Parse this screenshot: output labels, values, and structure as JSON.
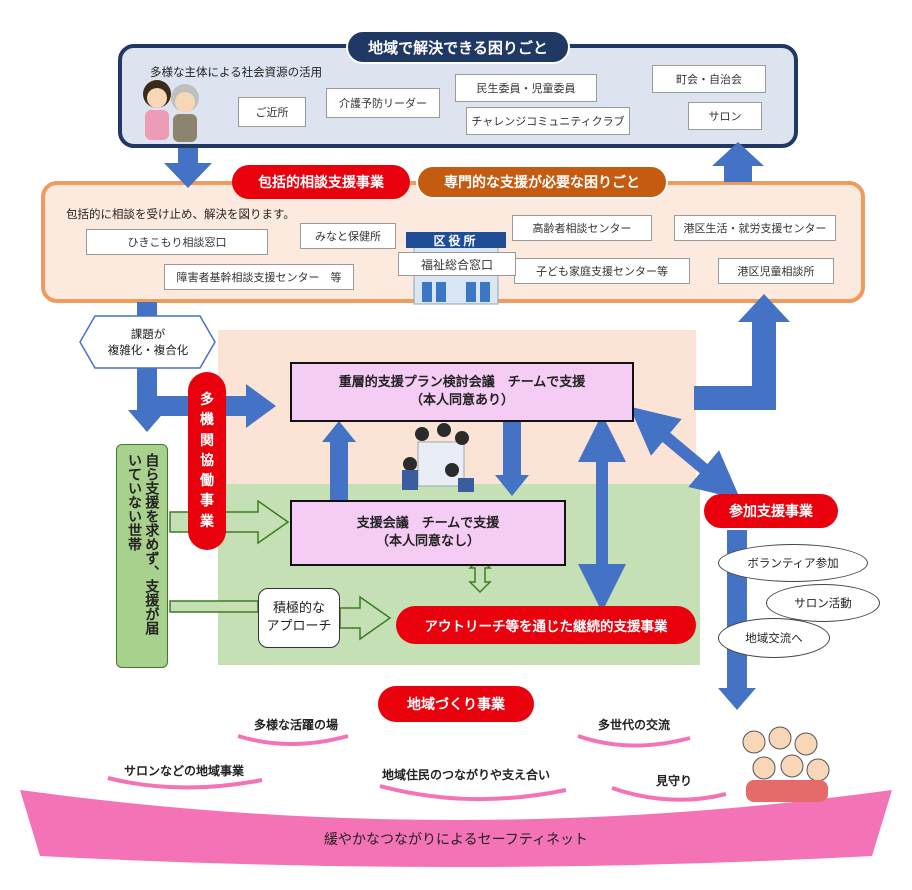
{
  "top_section": {
    "title": "地域で解決できる困りごと",
    "subtitle": "多様な主体による社会資源の活用",
    "resources": [
      "ご近所",
      "介護予防リーダー",
      "民生委員・児童委員",
      "チャレンジコミュニティクラブ",
      "町会・自治会",
      "サロン"
    ]
  },
  "middle_section": {
    "title_left": "包括的相談支援事業",
    "title_right": "専門的な支援が必要な困りごと",
    "subtitle": "包括的に相談を受け止め、解決を図ります。",
    "offices": [
      "ひきこもり相談窓口",
      "みなと保健所",
      "高齢者相談センター",
      "港区生活・就労支援センター",
      "障害者基幹相談支援センター　等",
      "子ども家庭支援センター等",
      "港区児童相談所"
    ],
    "building_sign": "区役所",
    "welfare_window": "福祉総合窓口"
  },
  "flow": {
    "complex_issue": [
      "課題が",
      "複雑化・複合化"
    ],
    "multi_agency_chars": [
      "多",
      "機",
      "関",
      "協",
      "働",
      "事",
      "業"
    ],
    "multilayer_meeting": [
      "重層的支援プラン検討会議　チームで支援",
      "（本人同意あり）"
    ],
    "support_meeting": [
      "支援会議　チームで支援",
      "（本人同意なし）"
    ],
    "self_help_col1": "自ら支援を求めず、支援が届",
    "self_help_col2": "いていない世帯",
    "proactive": [
      "積極的な",
      "アプローチ"
    ],
    "outreach": "アウトリーチ等を通じた継続的支援事業"
  },
  "participation": {
    "title": "参加支援事業",
    "items": [
      "ボランティア参加",
      "サロン活動",
      "地域交流へ"
    ]
  },
  "community": {
    "title": "地域づくり事業",
    "items": [
      "多様な活躍の場",
      "多世代の交流",
      "サロンなどの地域事業",
      "地域住民のつながりや支え合い",
      "見守り"
    ],
    "base": "緩やかなつながりによるセーフティネット"
  },
  "colors": {
    "navy": "#1f3864",
    "blue_arrow": "#4472c4",
    "red": "#e8000d",
    "orange": "#ef9b5e",
    "peach": "#fbe4d5",
    "green": "#c5e0b4",
    "pink_box": "#f4ccf4",
    "magenta": "#f472b6"
  }
}
